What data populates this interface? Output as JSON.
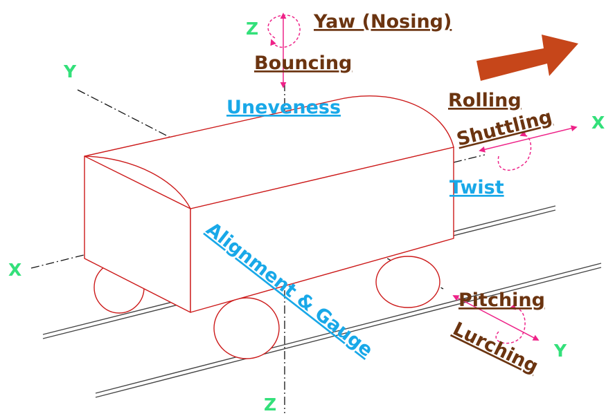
{
  "diagram": {
    "labels": {
      "yaw": "Yaw (Nosing)",
      "bouncing": "Bouncing",
      "uneveness": "Uneveness",
      "rolling": "Rolling",
      "shuttling": "Shuttling",
      "twist": "Twist",
      "alignment": "Alignment & Gauge",
      "pitching": "Pitching",
      "lurching": "Lurching"
    },
    "axes": {
      "z_top": "Z",
      "z_bottom": "Z",
      "y_left": "Y",
      "y_right": "Y",
      "x_left": "X",
      "x_right": "X"
    },
    "colors": {
      "wagon": "#cc1a1a",
      "motion_arrows": "#ee2288",
      "direction_arrow": "#c6461a",
      "brown_text": "#6b3410",
      "blue_text": "#18a8e8",
      "axis_text": "#33e07a"
    }
  }
}
